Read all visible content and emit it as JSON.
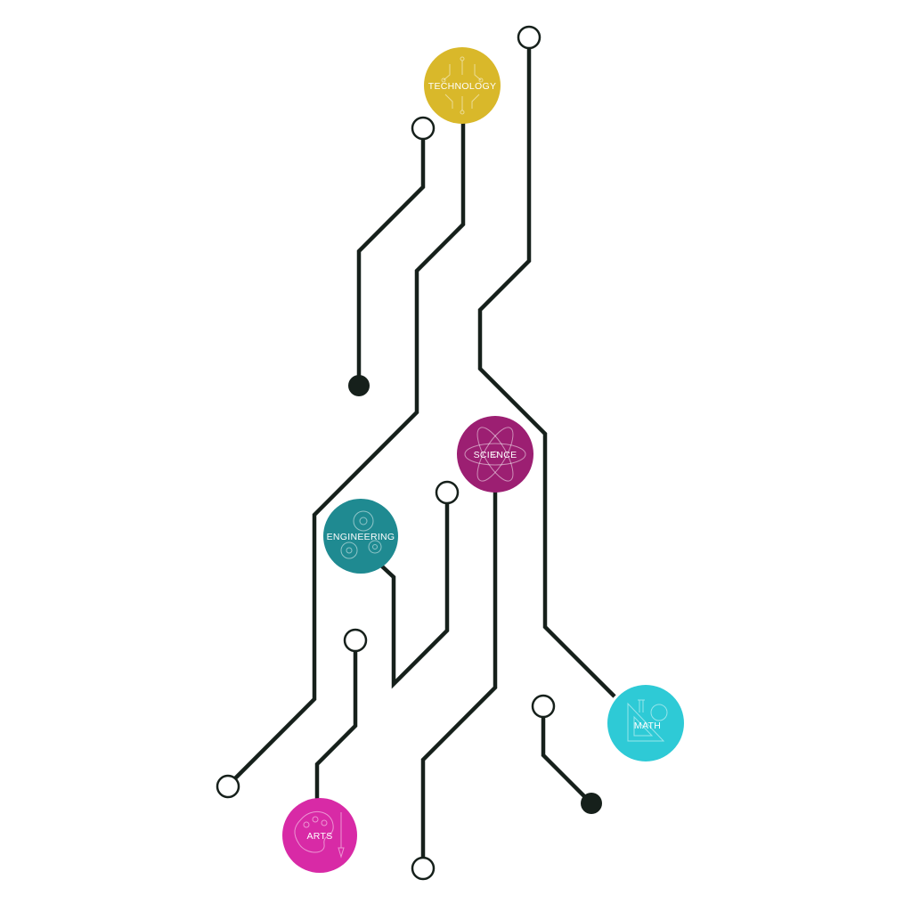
{
  "nodes": {
    "technology": {
      "label": "TECHNOLOGY",
      "color": "#d9b82a",
      "icon": "circuit-icon"
    },
    "science": {
      "label": "SCIENCE",
      "color": "#9c1f72",
      "icon": "atom-icon"
    },
    "engineering": {
      "label": "ENGINEERING",
      "color": "#1f8a91",
      "icon": "gears-icon"
    },
    "math": {
      "label": "MATH",
      "color": "#2ecad6",
      "icon": "ruler-compass-icon"
    },
    "arts": {
      "label": "ARTS",
      "color": "#d82aa6",
      "icon": "palette-brush-icon"
    }
  },
  "trace_color": "#16201b"
}
